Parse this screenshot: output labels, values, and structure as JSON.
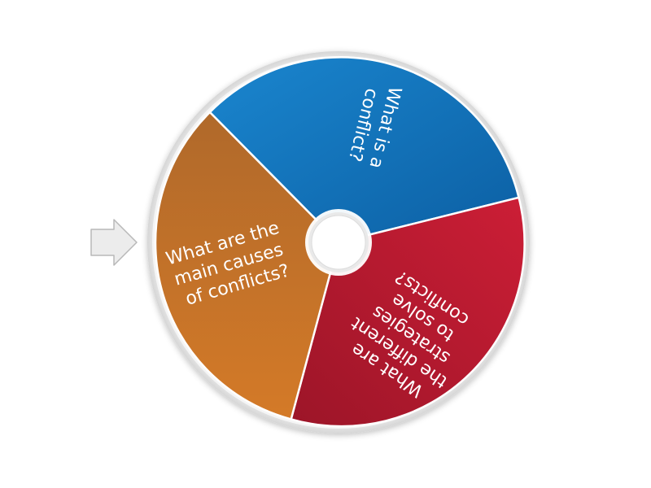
{
  "wheel": {
    "segments": [
      {
        "key": "blue",
        "lines": [
          "What is a",
          "conflict?"
        ],
        "color_start": "#1a86cf",
        "color_end": "#0c5fa3"
      },
      {
        "key": "red",
        "lines": [
          "What are",
          "the different",
          "strategies",
          "to solve",
          "conflicts?"
        ],
        "color_start": "#cc1e36",
        "color_end": "#9c1528"
      },
      {
        "key": "orange",
        "lines": [
          "What are the",
          "main causes",
          "of conflicts?"
        ],
        "color_start": "#b0692a",
        "color_end": "#d47a28"
      }
    ],
    "pointer_icon": "arrow-right-icon",
    "hub_icon": "spin-hub-icon",
    "colors": {
      "rim": "#e8e8e8",
      "hub": "#ffffff",
      "divider": "#ffffff",
      "pointer_fill": "#ececec",
      "pointer_stroke": "#b8b8b8"
    }
  }
}
